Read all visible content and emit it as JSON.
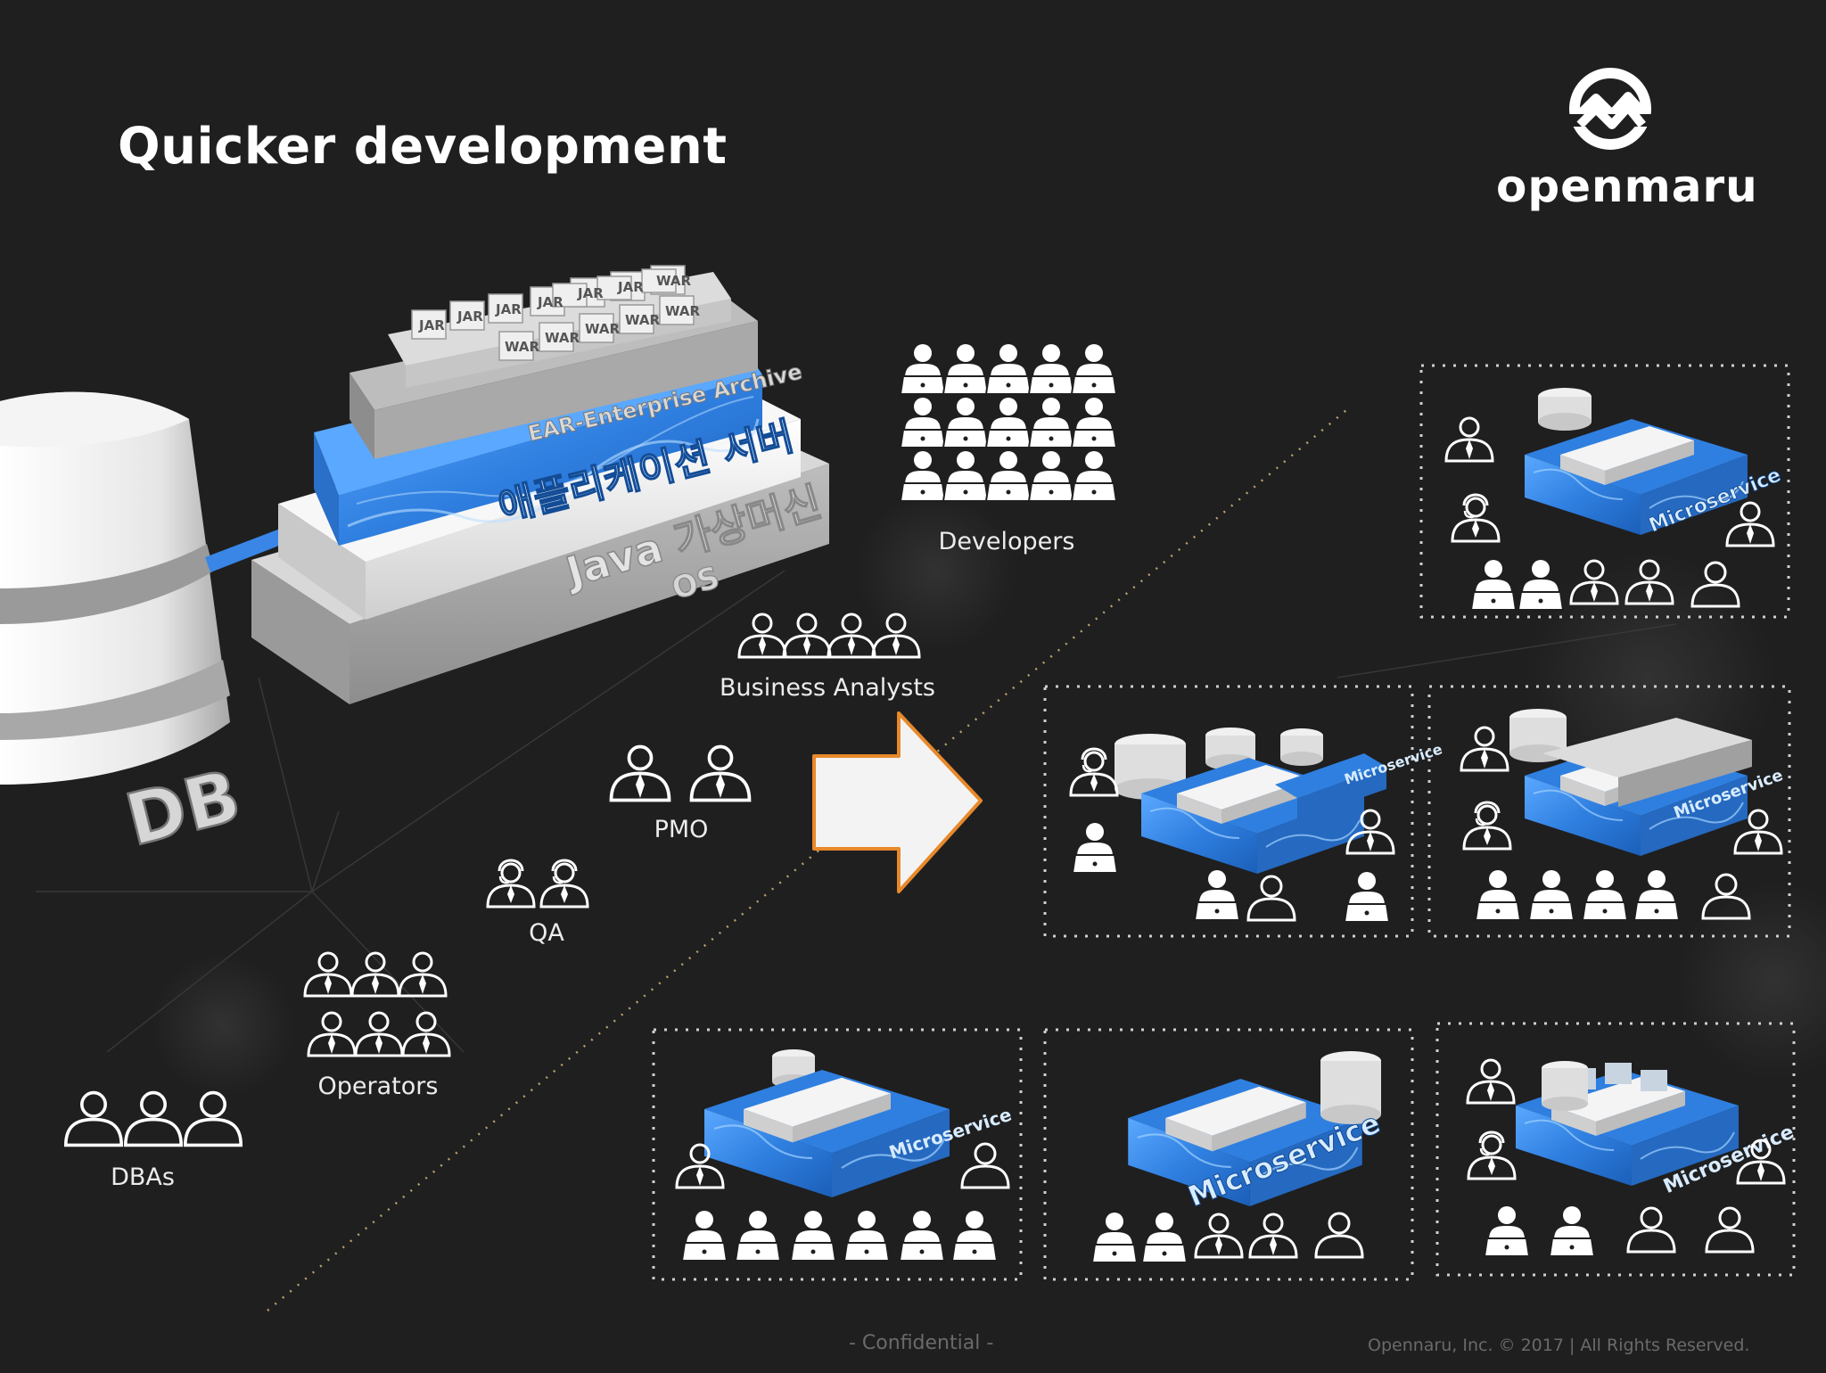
{
  "title": "Quicker development",
  "logo": {
    "text": "openmaru",
    "icon": "openmaru-logo-icon"
  },
  "stack": {
    "db_label": "DB",
    "layers": {
      "artifacts": [
        "JAR",
        "JAR",
        "JAR",
        "JAR",
        "JAR",
        "JAR",
        "WAR",
        "WAR",
        "WAR",
        "WAR",
        "WAR",
        "WAR"
      ],
      "ear": "EAR-Enterprise Archive",
      "app_server": "애플리케이션 서버",
      "jvm": "Java 가상머신",
      "os": "OS"
    }
  },
  "groups": {
    "developers": "Developers",
    "business_analysts": "Business Analysts",
    "pmo": "PMO",
    "qa": "QA",
    "operators": "Operators",
    "dbas": "DBAs"
  },
  "microservice_label": "Microservice",
  "arrow_icon": "right-arrow-icon",
  "footer": {
    "confidential": "- Confidential -",
    "copyright": "Opennaru, Inc. ©  2017 | All Rights Reserved."
  },
  "colors": {
    "background": "#1f1f20",
    "accent_blue": "#2f7fe0",
    "arrow_outline": "#e8892a"
  }
}
